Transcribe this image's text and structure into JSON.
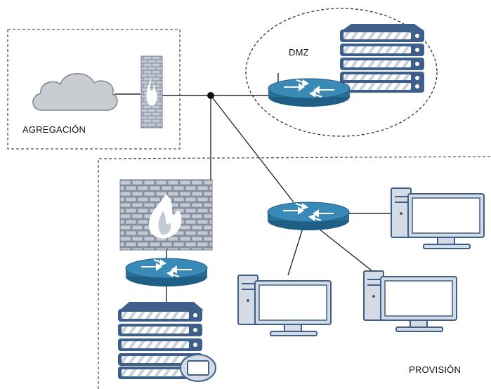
{
  "zones": {
    "agregacion": "AGREGACIÓN",
    "dmz": "DMZ",
    "provision": "PROVISIÓN"
  },
  "colors": {
    "router_fill": "#2b6e96",
    "router_top": "#3a8ab8",
    "router_arrows": "#ffffff",
    "server_frame": "#3d5f8a",
    "server_unit": "#cdd6e2",
    "cloud_fill": "#c9cdd2",
    "cloud_stroke": "#7e868f",
    "firewall_brick": "#c4cad4",
    "firewall_flame": "#ffffff",
    "pc_body": "#d5dbe5",
    "pc_screen": "#ffffff",
    "line": "#2a2a2a",
    "zone_border": "#555555"
  },
  "icons": [
    "cloud-icon",
    "firewall-icon",
    "router-icon",
    "server-icon",
    "workstation-icon",
    "lock-icon"
  ]
}
